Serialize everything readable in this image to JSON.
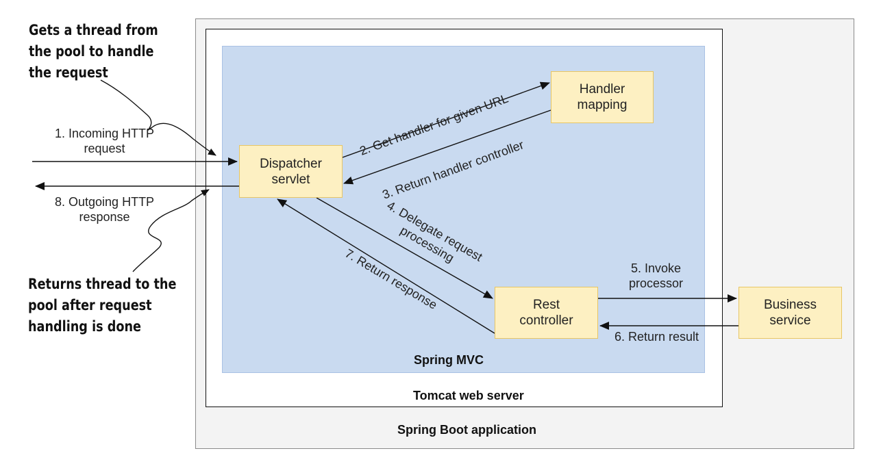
{
  "containers": {
    "spring_boot": "Spring Boot application",
    "tomcat": "Tomcat web server",
    "spring_mvc": "Spring MVC"
  },
  "nodes": {
    "dispatcher": "Dispatcher\nservlet",
    "handler_mapping": "Handler\nmapping",
    "rest_controller": "Rest\ncontroller",
    "business_service": "Business\nservice"
  },
  "annotations": {
    "gets_thread": [
      "Gets a thread from",
      "the pool to handle",
      "the request"
    ],
    "returns_thread": [
      "Returns thread to the",
      "pool after request",
      "handling is done"
    ]
  },
  "edges": {
    "incoming": [
      "1. Incoming HTTP",
      "request"
    ],
    "get_handler": "2. Get handler for given URL",
    "return_handler": "3. Return handler controller",
    "delegate": [
      "4. Delegate request",
      "processing"
    ],
    "invoke": [
      "5. Invoke",
      "processor"
    ],
    "return_result": "6. Return result",
    "return_response": "7. Return response",
    "outgoing": [
      "8. Outgoing HTTP",
      "response"
    ]
  },
  "colors": {
    "node_fill": "#fdf0c2",
    "node_border": "#e7c564",
    "spring_mvc_fill": "#c9daf0",
    "spring_boot_fill": "#f3f3f3"
  }
}
